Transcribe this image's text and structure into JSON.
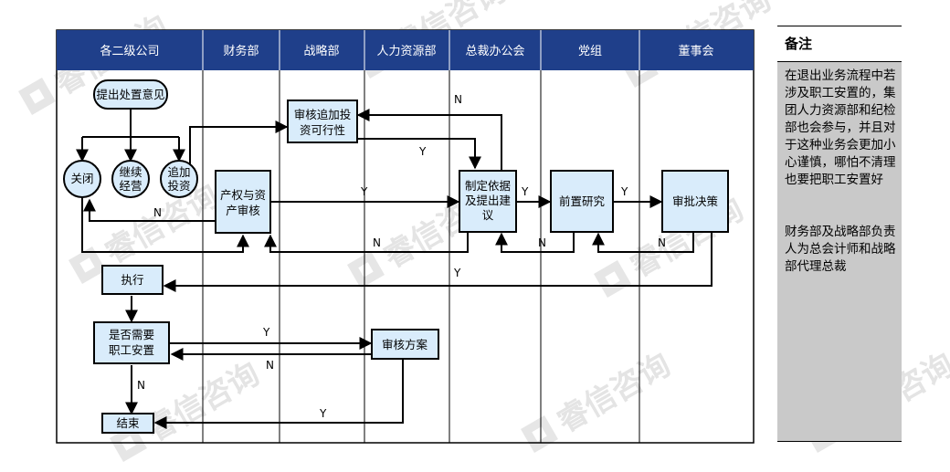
{
  "watermark": "睿信咨询",
  "lanes": [
    "各二级公司",
    "财务部",
    "战略部",
    "人力资源部",
    "总裁办公会",
    "党组",
    "董事会"
  ],
  "nodes": {
    "propose": "提出处置意见",
    "close": "关闭",
    "continue": [
      "继续",
      "经营"
    ],
    "add_invest": [
      "追加",
      "投资"
    ],
    "review_add": [
      "审核追加投",
      "资可行性"
    ],
    "property_review": [
      "产权与资",
      "产审核"
    ],
    "basis": [
      "制定依据",
      "及提出建",
      "议"
    ],
    "pre_study": "前置研究",
    "approve": "审批决策",
    "execute": "执行",
    "need_staff": [
      "是否需要",
      "职工安置"
    ],
    "review_plan": "审核方案",
    "end": "结束"
  },
  "labels": {
    "yes": "Y",
    "no": "N"
  },
  "notes": {
    "title": "备注",
    "paragraph1": "在退出业务流程中若涉及职工安置的，集团人力资源部和纪检部也会参与，并且对于这种业务会更加小心谨慎，哪怕不清理也要把职工安置好",
    "paragraph2": "财务部及战略部负责人为总会计师和战略部代理总裁"
  },
  "colors": {
    "header": "#1f3f8a",
    "node_fill": "#d9ecfb",
    "notes_bg": "#c9c9c9",
    "watermark": "#e4e4e4"
  }
}
